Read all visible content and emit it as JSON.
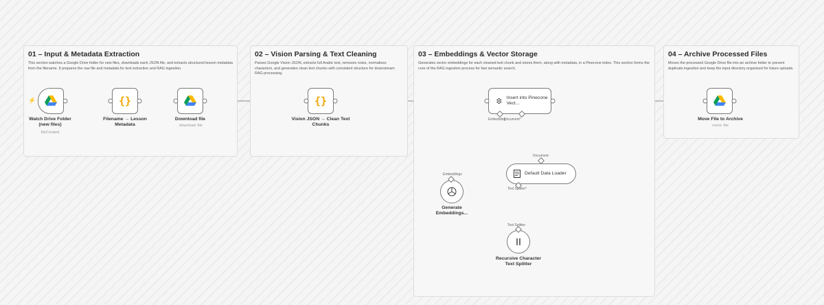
{
  "sections": [
    {
      "title": "01 – Input & Metadata Extraction",
      "description": "This section watches a Google Drive folder for new files, downloads each JSON file, and extracts structured lesson metadata from the filename. It prepares the raw file and metadata for text extraction and RAG ingestion."
    },
    {
      "title": "02 – Vision Parsing & Text Cleaning",
      "description": "Parses Google Vision JSON, extracts full Arabic text, removes noise, normalizes characters, and generates clean text chunks with consistent structure for downstream RAG processing."
    },
    {
      "title": "03 – Embeddings & Vector Storage",
      "description": "Generates vector embeddings for each cleaned text chunk and stores them, along with metadata, in a Pinecone index. This section forms the core of the RAG ingestion process for fast semantic search."
    },
    {
      "title": "04 – Archive Processed Files",
      "description": "Moves the processed Google Drive file into an archive folder to prevent duplicate ingestion and keep the input directory organized for future uploads."
    }
  ],
  "nodes": {
    "watch": {
      "label": "Watch Drive Folder (new files)",
      "sublabel": "fileCreated",
      "icon": "google-drive-icon"
    },
    "filename": {
      "label": "Filename → Lesson Metadata",
      "icon": "code-braces-icon"
    },
    "download": {
      "label": "Download file",
      "sublabel": "download: file",
      "icon": "google-drive-icon"
    },
    "vision": {
      "label": "Vision JSON → Clean Text Chunks",
      "icon": "code-braces-icon"
    },
    "insert": {
      "label": "Insert into Pinecone Vect...",
      "port_label": "Embedding",
      "port_label2": "Document*",
      "icon": "pinecone-icon"
    },
    "loader": {
      "label": "Default Data Loader",
      "input_label": "Document",
      "port_label": "Text Splitter*",
      "icon": "document-icon"
    },
    "embeddings": {
      "label": "Generate Embeddings...",
      "input_label": "Embeddings",
      "icon": "openai-icon"
    },
    "splitter": {
      "label": "Recursive Character Text Splitter",
      "input_label": "Text Splitter",
      "icon": "splitter-icon"
    },
    "archive": {
      "label": "Move File to Archive",
      "sublabel": "move: file",
      "icon": "google-drive-icon"
    }
  },
  "colors": {
    "accent_trigger": "#ff9a1f",
    "code_icon": "#f0a500",
    "connector": "#7a7a7a"
  }
}
